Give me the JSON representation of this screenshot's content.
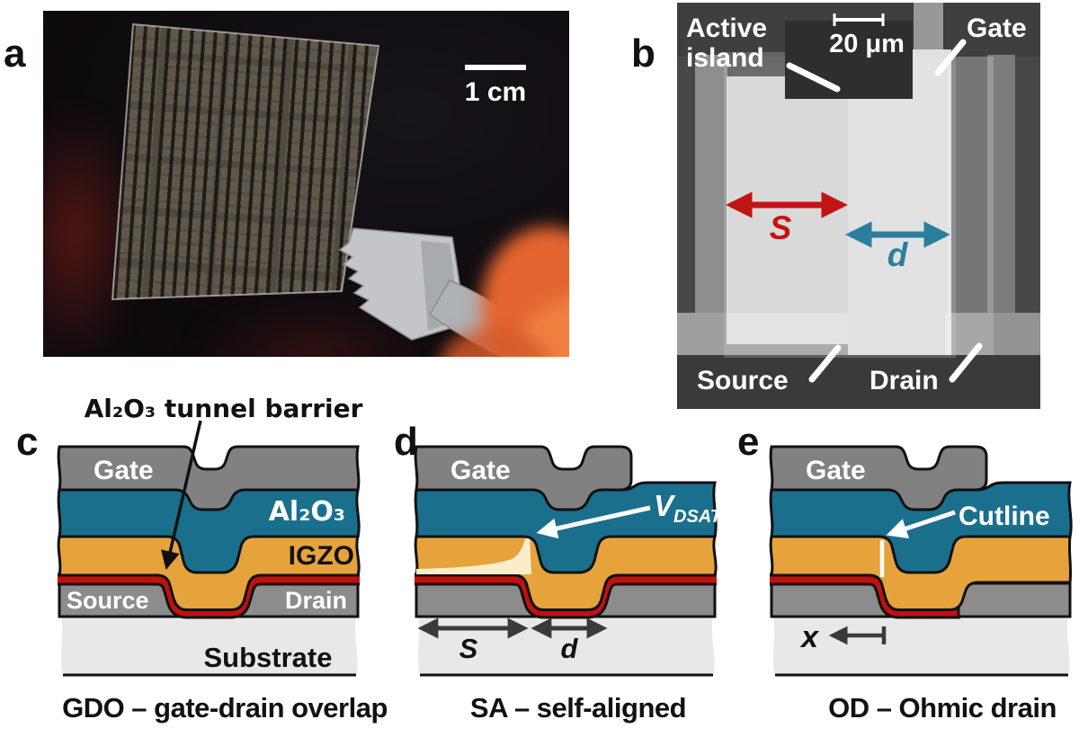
{
  "colors": {
    "teal_al2o3": "#1a6f8d",
    "amber_igzo": "#e6a33c",
    "red_tunnel": "#c11010",
    "gate_gray": "#818181",
    "metal_gray": "#8c8c8c",
    "substrate_gray": "#e8e8e8",
    "outline_black": "#111111",
    "pale_channel": "#f9edca",
    "arrow_dark": "#3a3a3a",
    "arrow_red_b": "#c31414",
    "arrow_teal_b": "#2b7f9d",
    "annotation_white": "#ffffff"
  },
  "panel_a": {
    "letter": "a",
    "scale_bar_label": "1 cm"
  },
  "panel_b": {
    "letter": "b",
    "scale_bar_label": "20 μm",
    "active_island_label": "Active\nisland",
    "gate_label": "Gate",
    "source_label": "Source",
    "drain_label": "Drain",
    "s_label": "S",
    "d_label": "d"
  },
  "panel_c": {
    "letter": "c",
    "tunnel_barrier_label": "Al₂O₃ tunnel barrier",
    "gate_label": "Gate",
    "al2o3_label": "Al₂O₃",
    "igzo_label": "IGZO",
    "source_label": "Source",
    "drain_label": "Drain",
    "substrate_label": "Substrate",
    "caption": "GDO – gate-drain overlap"
  },
  "panel_d": {
    "letter": "d",
    "gate_label": "Gate",
    "vdsat_main": "V",
    "vdsat_sub": "DSAT",
    "s_label": "S",
    "d_label": "d",
    "caption": "SA – self-aligned"
  },
  "panel_e": {
    "letter": "e",
    "gate_label": "Gate",
    "cutline_label": "Cutline",
    "x_label": "x",
    "caption": "OD – Ohmic drain"
  }
}
